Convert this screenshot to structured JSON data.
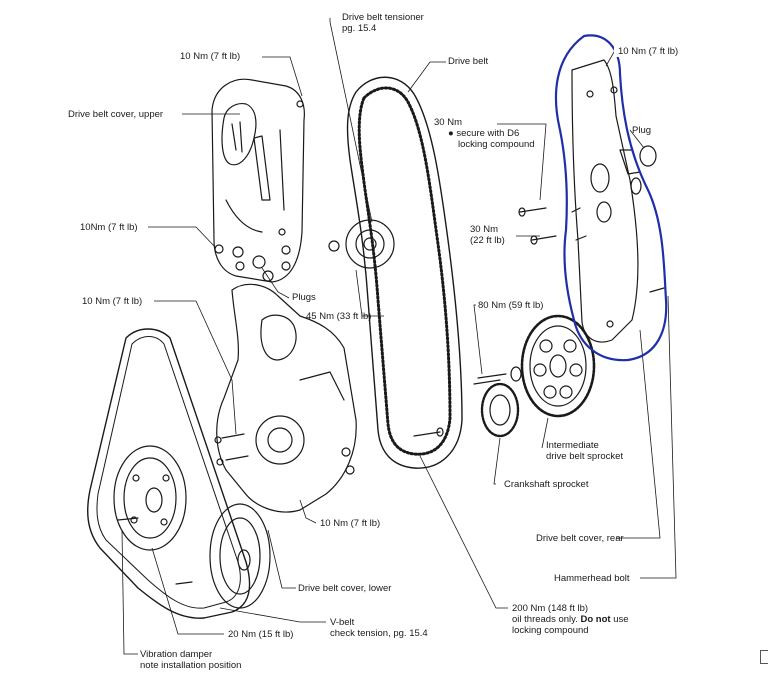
{
  "labels": {
    "tensioner": {
      "title": "Drive belt tensioner",
      "note": "pg. 15.4"
    },
    "drive_belt": "Drive belt",
    "torque_top_left": "10 Nm (7 ft lb)",
    "cover_upper": "Drive belt cover, upper",
    "torque_top_right": "10 Nm (7 ft lb)",
    "plug_right": "Plug",
    "torque_30_secure": {
      "title": "30 Nm",
      "note1": "secure with D6",
      "note2": "locking compound"
    },
    "torque_10_left_mid": "10Nm (7 ft lb)",
    "torque_30_22": {
      "line1": "30 Nm",
      "line2": "(22 ft lb)"
    },
    "plugs_left": "Plugs",
    "torque_10_left_low": "10 Nm (7 ft lb)",
    "torque_45": "45 Nm (33 ft lb)",
    "torque_80": "80 Nm (59 ft lb)",
    "intermediate": {
      "line1": "Intermediate",
      "line2": "drive belt sprocket"
    },
    "crankshaft": "Crankshaft sprocket",
    "torque_10_mid": "10 Nm (7 ft lb)",
    "cover_rear": "Drive belt cover, rear",
    "cover_lower": "Drive belt cover, lower",
    "hammerhead": "Hammerhead bolt",
    "vbelt": {
      "title": "V-belt",
      "note": "check tension, pg. 15.4"
    },
    "torque_200": {
      "title": "200 Nm (148 ft lb)",
      "note_pre": "oil threads only.",
      "note_bold": "Do not",
      "note_post": "use",
      "note2": "locking compound"
    },
    "torque_20": "20 Nm (15 ft lb)",
    "damper": {
      "title": "Vibration damper",
      "note": "note installation position"
    }
  },
  "colors": {
    "ink": "#1a1a1a",
    "annotation": "#1f2fa8"
  }
}
